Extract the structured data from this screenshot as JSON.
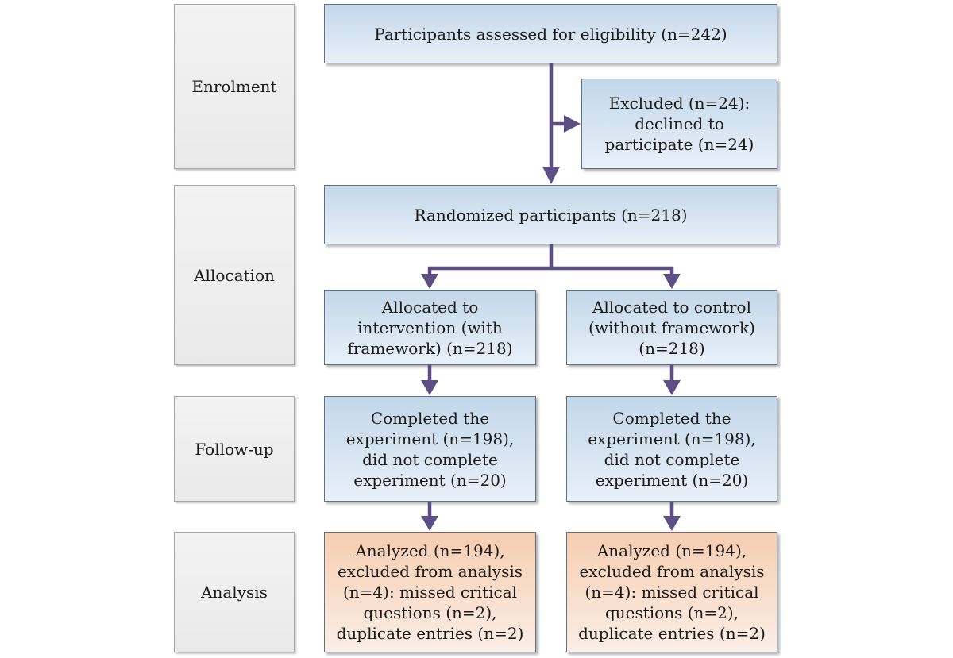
{
  "stages": {
    "enrolment": "Enrolment",
    "allocation": "Allocation",
    "follow_up": "Follow-up",
    "analysis": "Analysis"
  },
  "boxes": {
    "assessed": "Participants assessed for eligibility (n=242)",
    "excluded": "Excluded (n=24):\ndeclined to\nparticipate (n=24)",
    "randomized": "Randomized participants (n=218)",
    "intervention": "Allocated to\nintervention (with\nframework) (n=218)",
    "control": "Allocated to control\n(without framework)\n(n=218)",
    "followup_intervention": "Completed the\nexperiment (n=198),\ndid not complete\nexperiment (n=20)",
    "followup_control": "Completed the\nexperiment (n=198),\ndid not complete\nexperiment (n=20)",
    "analysis_intervention": "Analyzed (n=194),\nexcluded from analysis\n(n=4): missed critical\nquestions (n=2),\nduplicate entries (n=2)",
    "analysis_control": "Analyzed (n=194),\nexcluded from analysis\n(n=4): missed critical\nquestions (n=2),\nduplicate entries (n=2)"
  },
  "colors": {
    "arrow": "#5b4f86",
    "box_blue": "#c2d7ea",
    "box_orange": "#f6cdb0",
    "stage_gray": "#eeeeee"
  }
}
